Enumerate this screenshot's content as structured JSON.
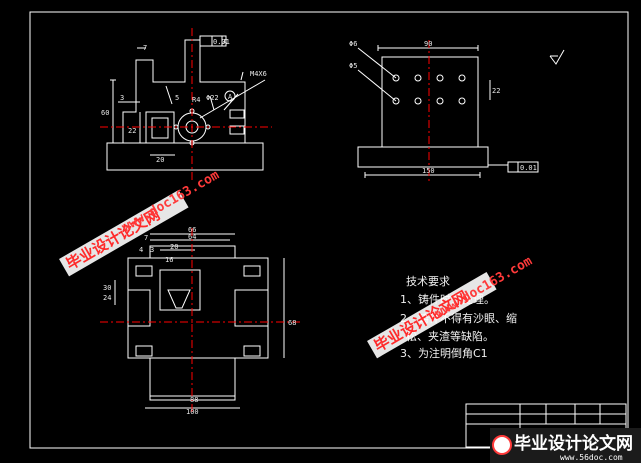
{
  "drawing": {
    "top_left_labels": {
      "flatness": "0.01",
      "datum": "A",
      "thread": "M4X6",
      "hole": "Φ22",
      "r": "R4",
      "seven": "7",
      "dim60": "60",
      "dim22": "22",
      "dim20": "20",
      "dim3": "3",
      "dim5": "5",
      "circleA": "A"
    },
    "top_right_labels": {
      "d6": "Φ6",
      "d5": "Φ5",
      "dim90": "90",
      "dim150": "150",
      "dim22": "22",
      "flat": "0.01"
    },
    "bottom_left_labels": {
      "dim66": "66",
      "dim64": "64",
      "dim20": "20",
      "dim7": "7",
      "dim16": "16",
      "dim4": "4",
      "dim3": "3",
      "dim24": "24",
      "dim30": "30",
      "dim88": "88",
      "dim100": "100",
      "dim68": "68"
    },
    "notes": {
      "title": "技术要求",
      "line1": "1、铸件时效处理。",
      "line2": "2、铸件不得有沙眼、缩",
      "line3": "松、夹渣等缺陷。",
      "line4": "3、为注明倒角C1"
    }
  },
  "watermarks": {
    "cn1": "毕业设计论文网",
    "url1": "www.doc163.com",
    "cn2": "毕业设计论文网",
    "url2": "www.doc163.com"
  },
  "footer": {
    "brand": "毕业设计论文网",
    "url": "www.56doc.com"
  },
  "colors": {
    "background": "#000000",
    "line": "#ffffff",
    "center_line": "#ff0000",
    "watermark": "#ff2a2a"
  }
}
